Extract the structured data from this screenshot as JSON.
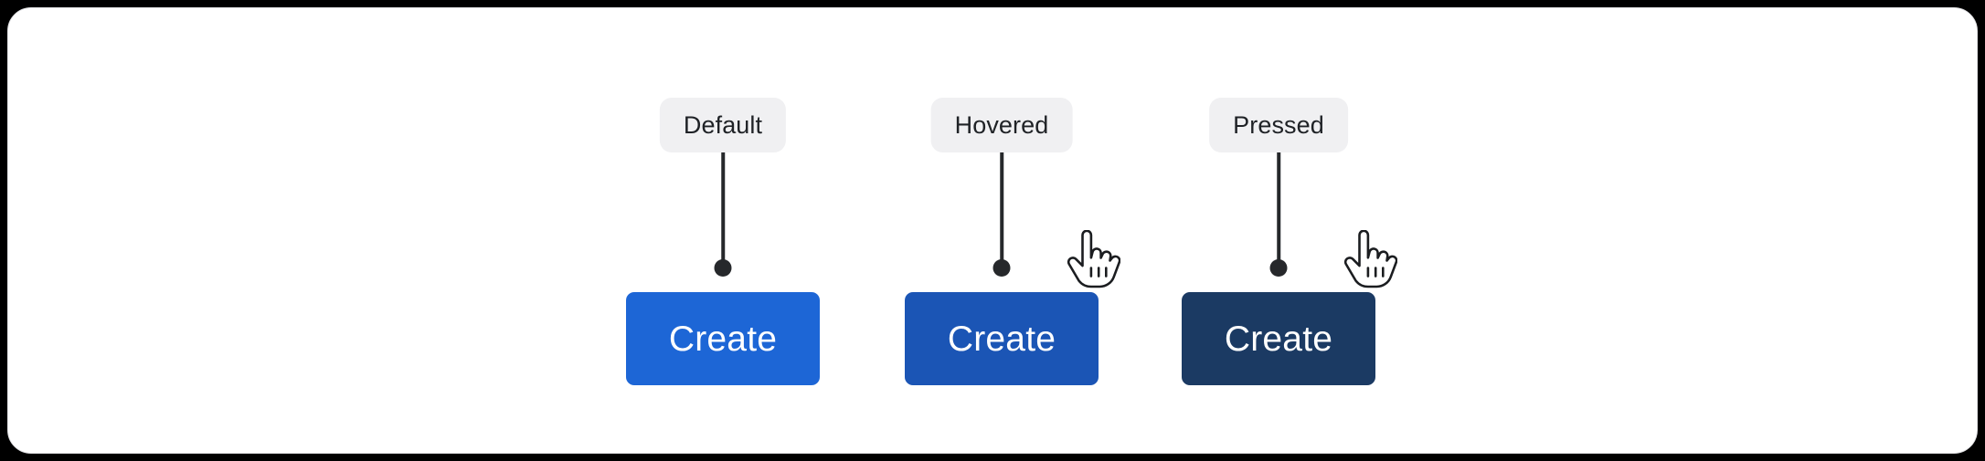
{
  "canvas": {
    "background_color": "#000000",
    "card_background_color": "#ffffff",
    "card_border_color": "#e3e3e6"
  },
  "common": {
    "button_label": "Create",
    "label_pill_background": "#f0f0f2",
    "label_pill_text_color": "#1f2226",
    "connector_color": "#26282b",
    "button_text_color": "#ffffff"
  },
  "states": [
    {
      "id": "default",
      "label": "Default",
      "button_label": "Create",
      "button_color": "#1d66d6",
      "has_cursor": false,
      "cursor_icon": ""
    },
    {
      "id": "hovered",
      "label": "Hovered",
      "button_label": "Create",
      "button_color": "#1b55b5",
      "has_cursor": true,
      "cursor_icon": "hand-pointer-cursor"
    },
    {
      "id": "pressed",
      "label": "Pressed",
      "button_label": "Create",
      "button_color": "#1b3a63",
      "has_cursor": true,
      "cursor_icon": "hand-pointer-cursor"
    }
  ]
}
